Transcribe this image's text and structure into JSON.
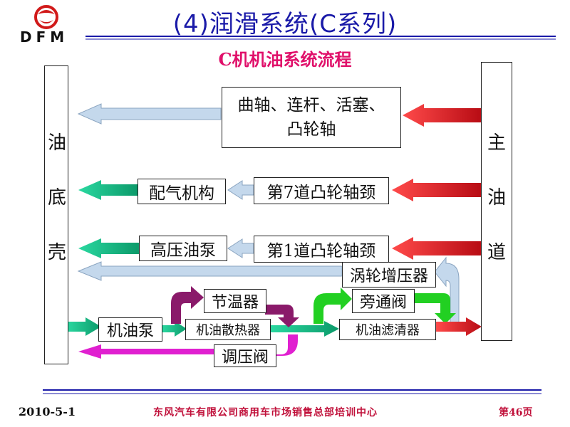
{
  "header": {
    "logo_text": "DFM",
    "title": "(4)润滑系统(C系列)",
    "subtitle": "C机机油系统流程"
  },
  "diagram": {
    "left_column_chars": [
      "油",
      "底",
      "壳"
    ],
    "right_column_chars": [
      "主",
      "油",
      "道"
    ],
    "boxes": {
      "crankshaft": "曲轴、连杆、活塞、凸轮轴",
      "valve_train": "配气机构",
      "cam_journal_7": "第7道凸轮轴颈",
      "hp_pump": "高压油泵",
      "cam_journal_1": "第1道凸轮轴颈",
      "turbo": "涡轮增压器",
      "thermostat": "节温器",
      "bypass_valve": "旁通阀",
      "oil_pump": "机油泵",
      "oil_cooler": "机油散热器",
      "oil_filter": "机油滤清器",
      "pressure_valve": "调压阀"
    },
    "crankshaft_lines": [
      "曲轴、连杆、活塞、",
      "凸轮轴"
    ]
  },
  "colors": {
    "title": "#1a1aa8",
    "subtitle": "#e0106a",
    "arrow_red": "#d8141e",
    "arrow_green": "#12b482",
    "arrow_lightblue": "#c4d8ec",
    "arrow_purple": "#8a1a6a",
    "arrow_magenta": "#e020d0",
    "arrow_bright_green": "#22d022",
    "footer": "#c0103a"
  },
  "footer": {
    "date": "2010-5-1",
    "organization": "东风汽车有限公司商用车市场销售总部培训中心",
    "page": "第46页"
  }
}
